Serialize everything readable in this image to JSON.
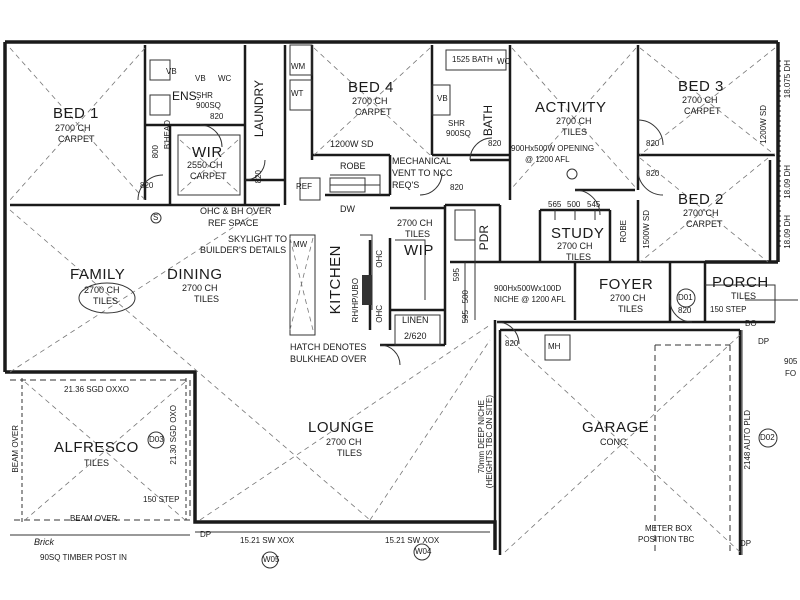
{
  "rooms": {
    "bed1": {
      "name": "BED 1",
      "ch": "2700 CH",
      "finish": "CARPET"
    },
    "ens": {
      "name": "ENS."
    },
    "wir": {
      "name": "WIR",
      "ch": "2550 CH",
      "finish": "CARPET"
    },
    "laundry": {
      "name": "LAUNDRY"
    },
    "bed4": {
      "name": "BED 4",
      "ch": "2700 CH",
      "finish": "CARPET"
    },
    "bath": {
      "name": "BATH"
    },
    "activity": {
      "name": "ACTIVITY",
      "ch": "2700 CH",
      "finish": "TILES"
    },
    "bed3": {
      "name": "BED 3",
      "ch": "2700 CH",
      "finish": "CARPET"
    },
    "bed2": {
      "name": "BED 2",
      "ch": "2700 CH",
      "finish": "CARPET"
    },
    "family": {
      "name": "FAMILY",
      "ch": "2700 CH",
      "finish": "TILES"
    },
    "dining": {
      "name": "DINING",
      "ch": "2700 CH",
      "finish": "TILES"
    },
    "kitchen": {
      "name": "KITCHEN"
    },
    "wip": {
      "name": "WIP",
      "ch": "2700 CH",
      "finish": "TILES"
    },
    "pdr": {
      "name": "PDR"
    },
    "study": {
      "name": "STUDY",
      "ch": "2700 CH",
      "finish": "TILES"
    },
    "foyer": {
      "name": "FOYER",
      "ch": "2700 CH",
      "finish": "TILES"
    },
    "porch": {
      "name": "PORCH",
      "finish": "TILES"
    },
    "alfresco": {
      "name": "ALFRESCO",
      "finish": "TILES"
    },
    "lounge": {
      "name": "LOUNGE",
      "ch": "2700 CH",
      "finish": "TILES"
    },
    "garage": {
      "name": "GARAGE",
      "finish": "CONC."
    }
  },
  "notes": {
    "bath_1525": "1525 BATH",
    "shr_ens": "SHR",
    "sq_ens": "900SQ",
    "shr_bath": "SHR",
    "sq_bath": "900SQ",
    "wc1": "WC",
    "vb1": "VB",
    "vb2": "VB",
    "wm": "WM",
    "wt": "WT",
    "wc2": "WC",
    "vb3": "VB",
    "robe_bed4": "ROBE",
    "sd_bed4": "1200W SD",
    "mech_vent_1": "MECHANICAL",
    "mech_vent_2": "VENT TO NCC",
    "mech_vent_3": "REQ'S",
    "opening_1": "900Hx500W OPENING",
    "opening_2": "@ 1200 AFL",
    "sd_bed3": "1200W SD",
    "ref": "REF",
    "ohc_bh_1": "OHC & BH OVER",
    "ohc_bh_2": "REF SPACE",
    "skylight_1": "SKYLIGHT TO",
    "skylight_2": "BUILDER'S DETAILS",
    "dw": "DW",
    "mw": "MW",
    "oven": "RH/HP/UBO",
    "ohc": "OHC",
    "ohc2": "OHC",
    "linen": "LINEN",
    "door_2_620": "2/620",
    "hatch_1": "HATCH DENOTES",
    "hatch_2": "BULKHEAD OVER",
    "niche_1": "900Hx500Wx100D",
    "niche_2": "NICHE @ 1200 AFL",
    "robe_study": "ROBE",
    "sd_bed2": "1500W SD",
    "bhead": "B'HEAD",
    "mh": "MH",
    "beam_over_v": "BEAM OVER",
    "beam_over_h": "BEAM OVER",
    "step_alfresco": "150 STEP",
    "step_porch": "150 STEP",
    "sgd_top": "21.36 SGD OXXO",
    "sgd_side": "21.30 SGD OXO",
    "sw_left": "15.21 SW XOX",
    "sw_right": "15.21 SW XOX",
    "w05": "W05",
    "w04": "W04",
    "d03": "D03",
    "d01": "D01",
    "d02": "D02",
    "auto_pld": "2148 AUTO PLD",
    "niche_v": "70mm DEEP NICHE",
    "niche_v2": "(HEIGHTS TBC ON SITE)",
    "meter_1": "METER BOX",
    "meter_2": "POSITION TBC",
    "brick": "Brick",
    "timber": "90SQ TIMBER POST IN",
    "r_18075": "18.075 DH",
    "r_1809a": "18.09 DH",
    "r_1809b": "18.09 DH",
    "fo": "FO",
    "dp1": "DP",
    "dp2": "DP",
    "dp3": "DP",
    "bo": "BO",
    "s_mark": "S",
    "d820_a": "820",
    "d820_b": "820",
    "d820_c": "820",
    "d820_d": "820",
    "d820_e": "820",
    "d820_f": "820",
    "d820_g": "820",
    "d820_h": "820",
    "d820_i": "820",
    "d800": "800",
    "n565": "565",
    "n500": "500",
    "n545": "545",
    "n595a": "595",
    "n595b": "595",
    "n500b": "500",
    "n905": "905"
  }
}
